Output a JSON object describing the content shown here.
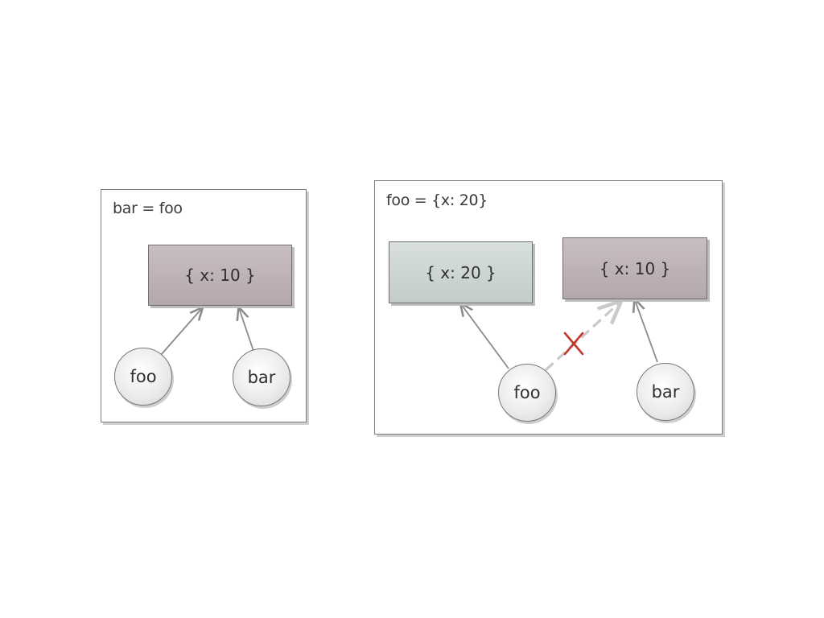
{
  "left_panel": {
    "title": "bar = foo",
    "object_label": "{ x: 10 }",
    "nodes": [
      "foo",
      "bar"
    ]
  },
  "right_panel": {
    "title": "foo = {x: 20}",
    "new_object_label": "{ x: 20 }",
    "old_object_label": "{ x: 10 }",
    "nodes": [
      "foo",
      "bar"
    ]
  },
  "colors": {
    "old_object_fill": "#b8adb2",
    "new_object_fill": "#c8d1cd",
    "arrow": "#8a8a8a",
    "broken_link": "#c9c9c9",
    "cross_mark": "#c0392b"
  }
}
